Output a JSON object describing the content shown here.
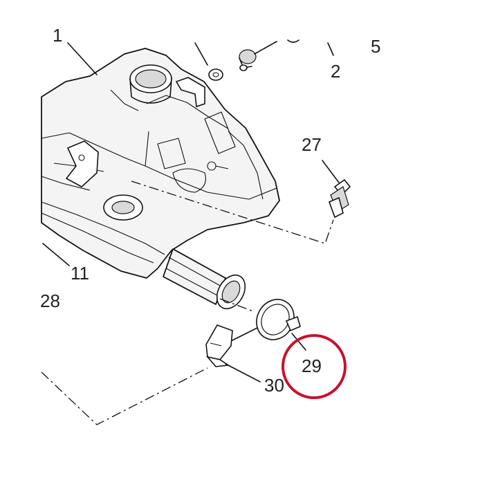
{
  "diagram": {
    "labels": {
      "l1": "1",
      "l2": "2",
      "l5": "5",
      "l27": "27",
      "l11": "11",
      "l28": "28",
      "l29": "29",
      "l30": "30"
    },
    "highlight_color": "#c8102e",
    "line_color": "#111111"
  }
}
